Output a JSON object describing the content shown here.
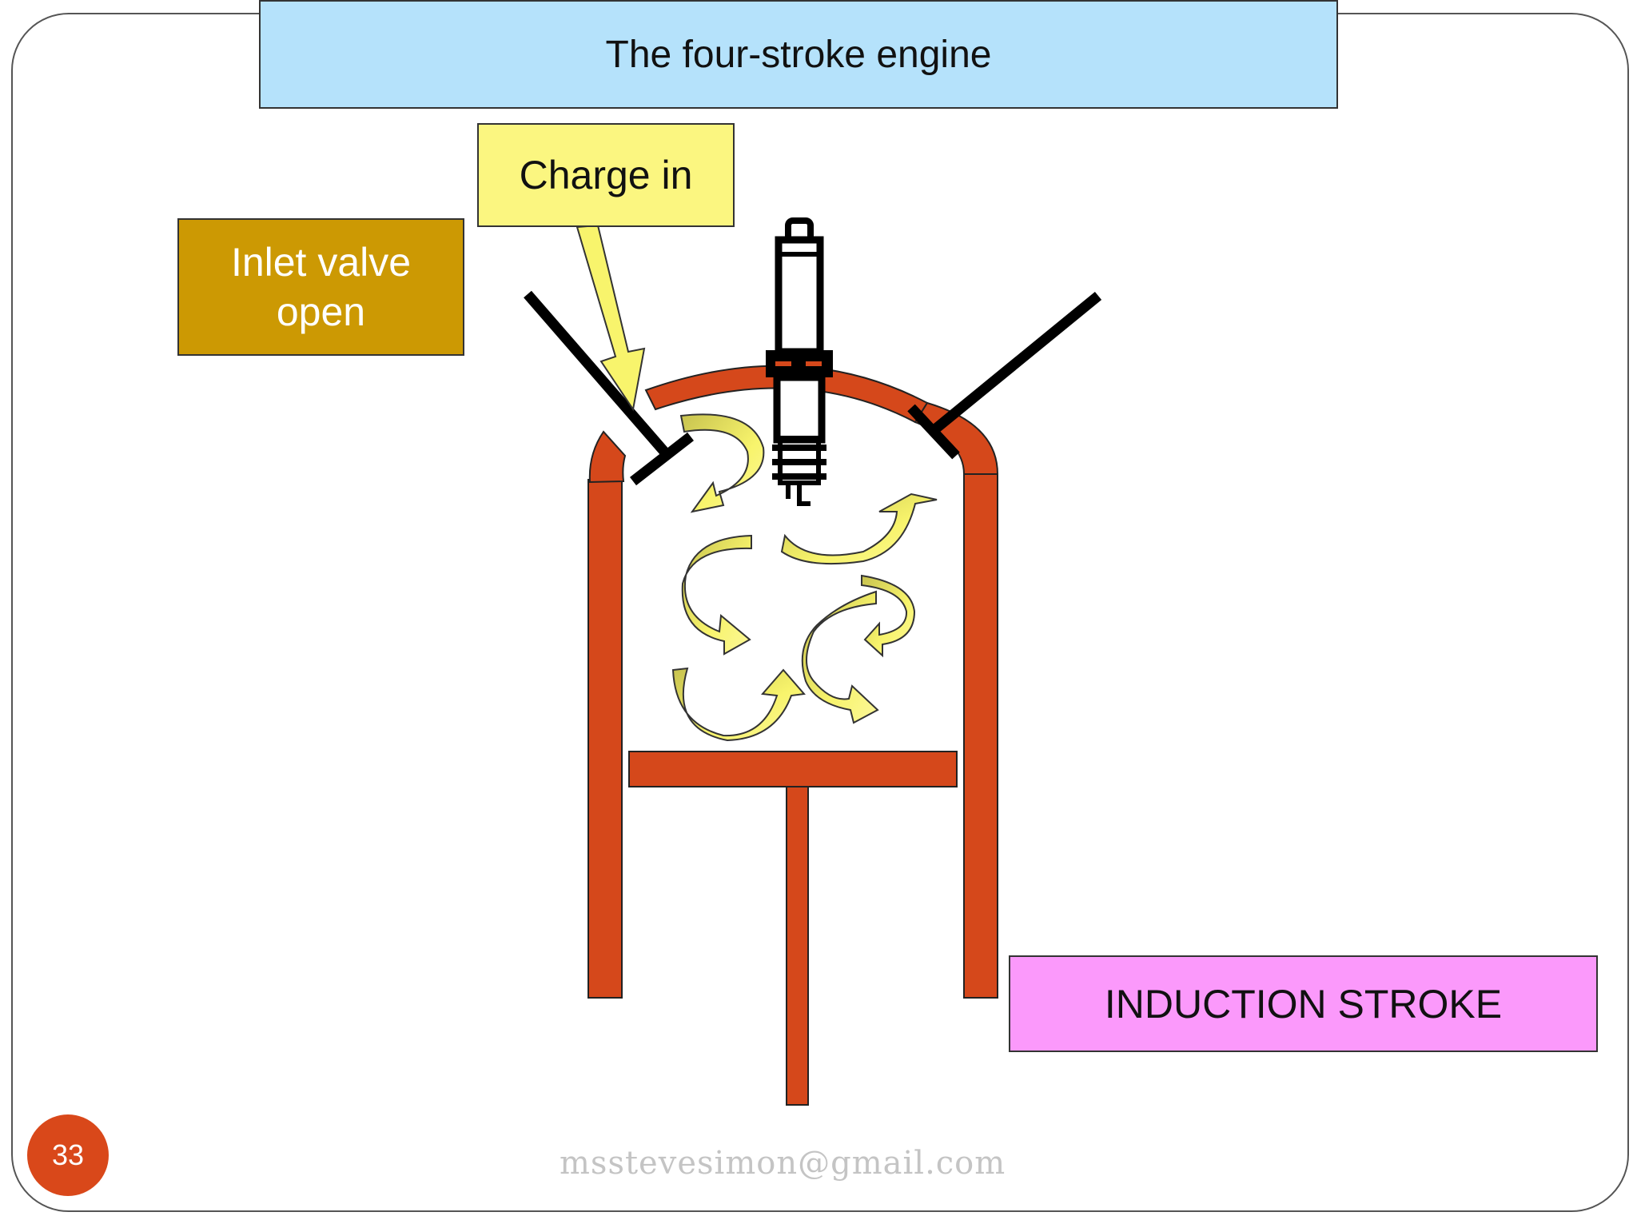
{
  "slide": {
    "title": "The four-stroke engine",
    "page_number": "33",
    "footer_email": "msstevesimon@gmail.com"
  },
  "labels": {
    "charge_in": "Charge in",
    "inlet_valve_line1": "Inlet valve",
    "inlet_valve_line2": "open",
    "stroke": "INDUCTION STROKE"
  },
  "colors": {
    "cylinder": "#d5481b",
    "arrow_light": "#f8f46c",
    "arrow_dark": "#c7c24f",
    "valve": "#000000"
  },
  "icons": [
    "spark-plug-icon",
    "swirl-arrow-icon"
  ]
}
